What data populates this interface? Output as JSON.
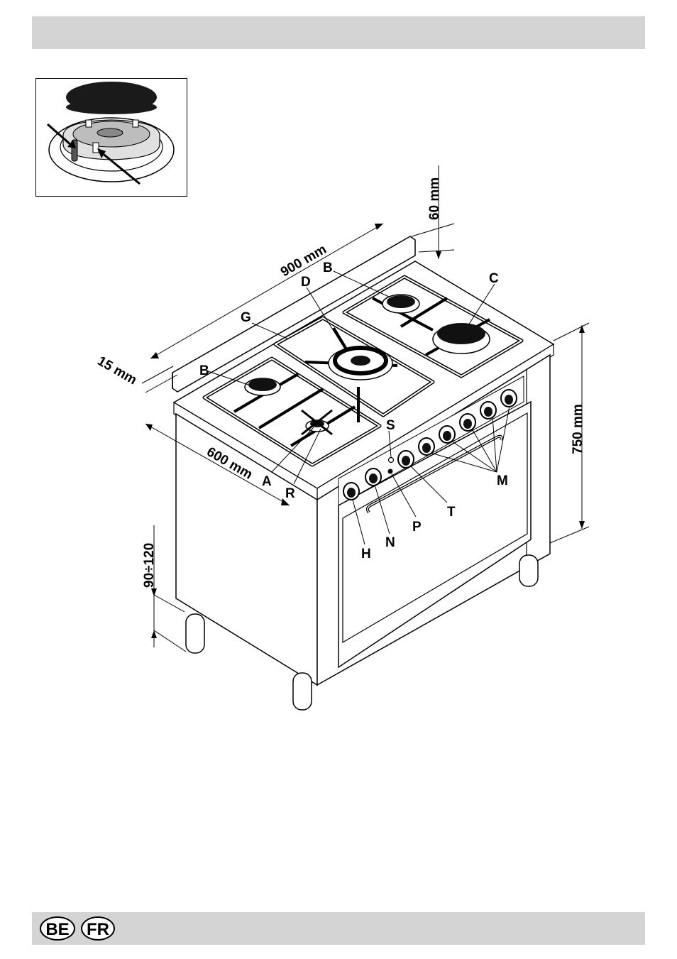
{
  "header": {
    "band_color": "#d4d4d4"
  },
  "dimensions": {
    "width_900": "900 mm",
    "depth_600": "600 mm",
    "height_750": "750 mm",
    "upstand_60": "60 mm",
    "upstand_15": "15 mm",
    "feet_range": "90÷120"
  },
  "labels": {
    "A": "A",
    "B": "B",
    "C": "C",
    "D": "D",
    "G": "G",
    "H": "H",
    "M": "M",
    "N": "N",
    "P": "P",
    "R": "R",
    "S": "S",
    "T": "T"
  },
  "footer": {
    "badges": [
      "BE",
      "FR"
    ]
  }
}
